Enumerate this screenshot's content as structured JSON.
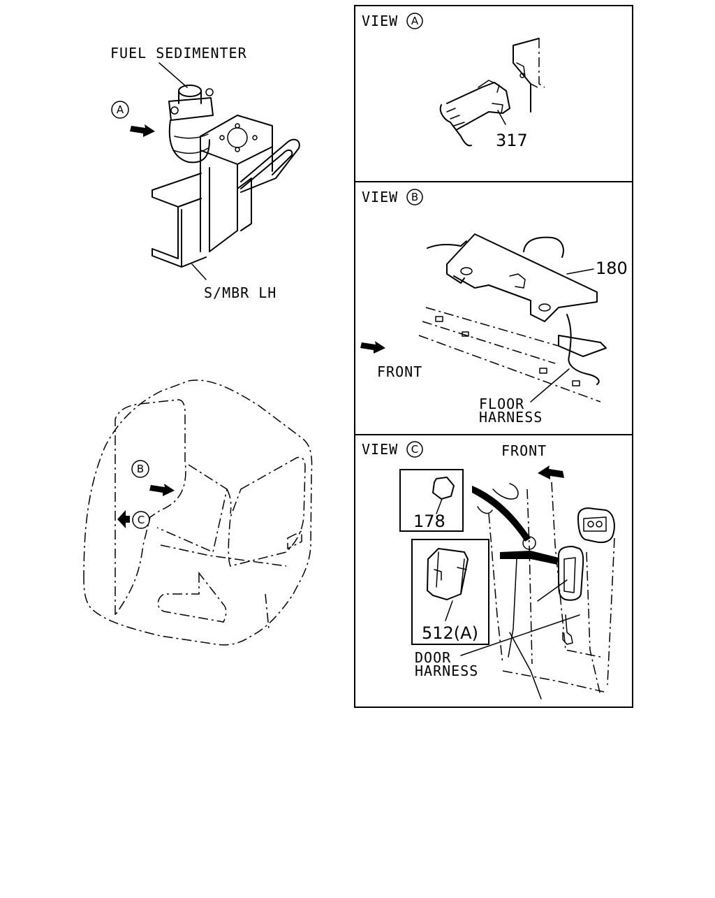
{
  "labels": {
    "fuel_sedimenter": "FUEL SEDIMENTER",
    "smbr_lh": "S/MBR LH",
    "marker_a": "A",
    "marker_b": "B",
    "marker_c": "C",
    "front_b": "FRONT",
    "front_c": "FRONT",
    "floor_harness_1": "FLOOR",
    "floor_harness_2": "HARNESS",
    "door_harness_1": "DOOR",
    "door_harness_2": "HARNESS"
  },
  "views": [
    {
      "title": "VIEW",
      "letter": "A"
    },
    {
      "title": "VIEW",
      "letter": "B"
    },
    {
      "title": "VIEW",
      "letter": "C"
    }
  ],
  "parts": {
    "p317": "317",
    "p180": "180",
    "p178": "178",
    "p512": "512(A)"
  }
}
